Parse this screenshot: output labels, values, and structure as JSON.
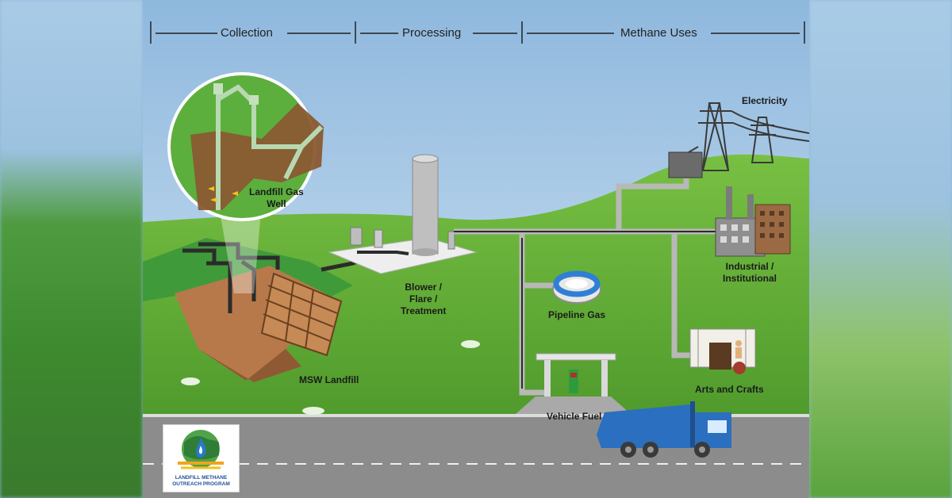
{
  "sections": {
    "collection": "Collection",
    "processing": "Processing",
    "methane_uses": "Methane Uses"
  },
  "labels": {
    "landfill_gas_well_line1": "Landfill Gas",
    "landfill_gas_well_line2": "Well",
    "msw_landfill": "MSW Landfill",
    "blower_line1": "Blower /",
    "blower_line2": "Flare /",
    "blower_line3": "Treatment",
    "pipeline_gas": "Pipeline Gas",
    "vehicle_fuel": "Vehicle Fuel",
    "electricity": "Electricity",
    "industrial_line1": "Industrial /",
    "industrial_line2": "Institutional",
    "arts_and_crafts": "Arts and Crafts"
  },
  "logo": {
    "line1": "LANDFILL METHANE",
    "line2": "OUTREACH PROGRAM"
  },
  "colors": {
    "sky": "#a9cbe6",
    "grass": "#5fae3a",
    "road": "#8a8a8a",
    "pipe": "#bdbdbd",
    "truck": "#2b6fc0",
    "soil": "#a4683e"
  }
}
